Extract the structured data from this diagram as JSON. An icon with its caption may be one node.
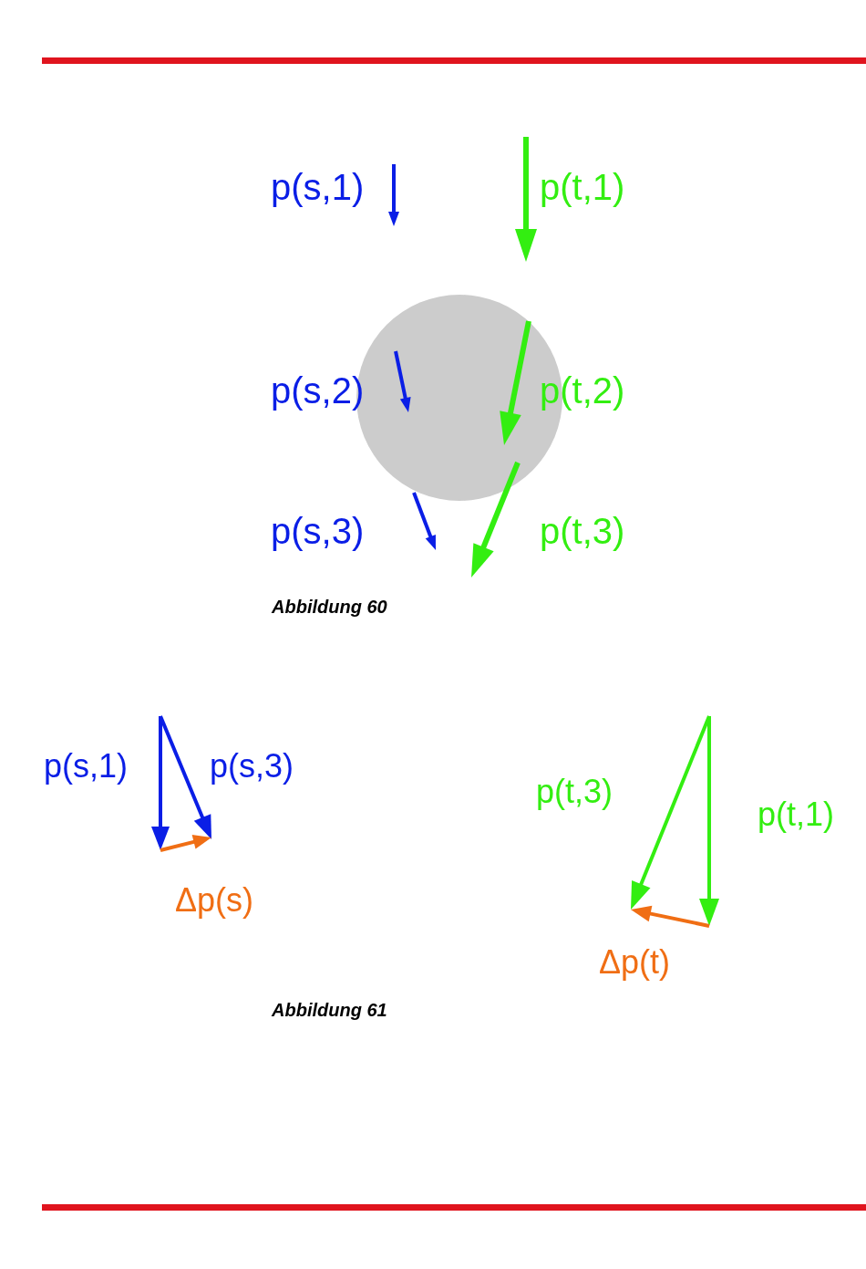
{
  "diagram": {
    "labels": [
      "p(s,1)",
      "p(t,1)",
      "p(s,2)",
      "p(t,2)",
      "p(s,3)",
      "p(t,3)",
      "Abbildung 60",
      "p(s,1)",
      "p(s,3)",
      "p(t,3)",
      "p(t,1)",
      "Δp(s)",
      "Δp(t)",
      "Abbildung 61"
    ]
  }
}
